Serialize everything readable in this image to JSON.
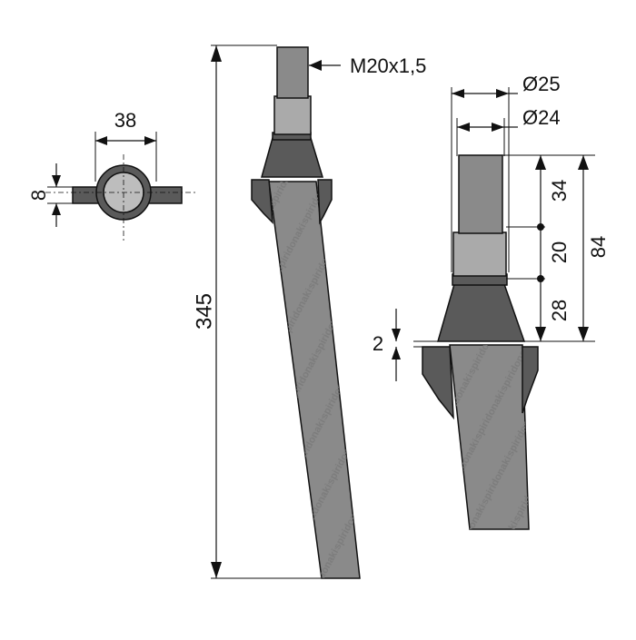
{
  "labels": {
    "thread": "M20x1,5",
    "overall_length": "345",
    "eye_width": "38",
    "eye_thickness": "8",
    "dia_outer": "Ø25",
    "dia_inner": "Ø24",
    "len_thread": "34",
    "len_shank": "20",
    "len_collar": "28",
    "len_total_top": "84",
    "gap": "2"
  },
  "watermark": "spiridonakis",
  "colors": {
    "part_dark": "#5a5a5a",
    "part_mid": "#8a8a8a",
    "part_light": "#aaaaaa",
    "line": "#111111"
  }
}
